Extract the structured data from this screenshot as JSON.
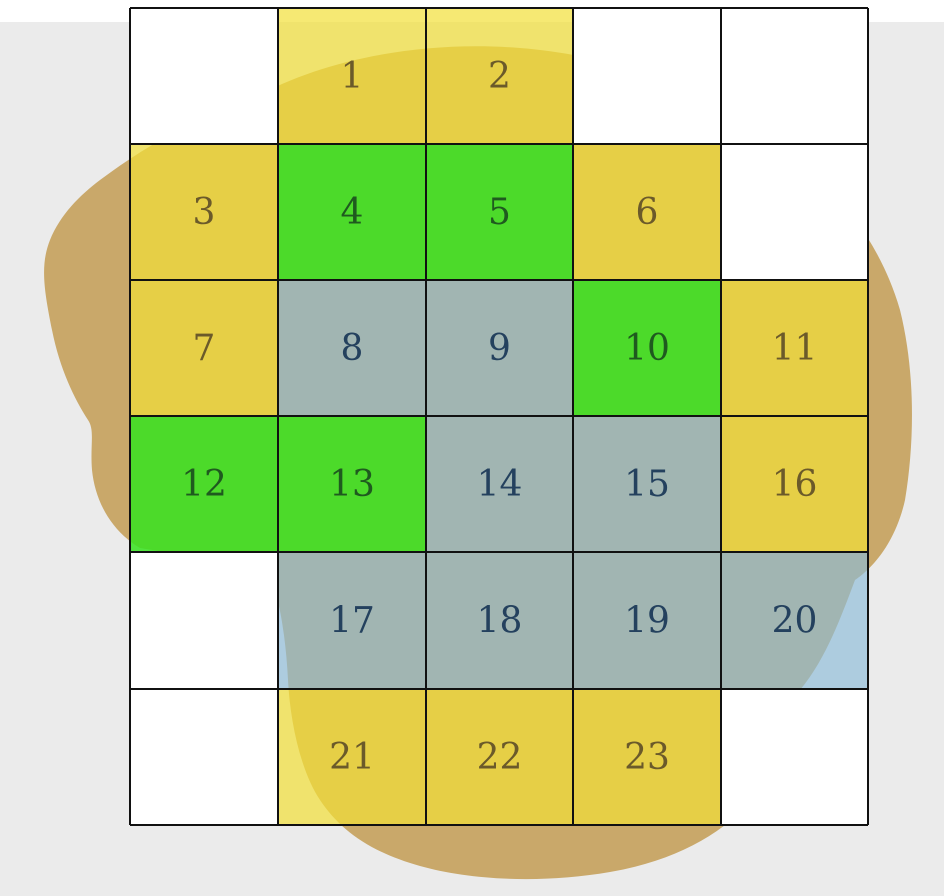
{
  "figure": {
    "background_color": "#ebebeb",
    "bone_color": "#c9a86a",
    "grid_line_color": "#111111",
    "zone_colors": {
      "yellow": "#f2df38",
      "green": "#36e31f",
      "blue": "#8cbcd8",
      "empty": "#ffffff"
    },
    "text_colors": {
      "yellow": "#6b5a2a",
      "green": "#1f5a1f",
      "blue": "#24415e"
    },
    "grid": {
      "rows": 6,
      "cols": 5,
      "cells": [
        [
          "empty",
          "yellow",
          "yellow",
          "empty",
          "empty"
        ],
        [
          "yellow",
          "green",
          "green",
          "yellow",
          "empty"
        ],
        [
          "yellow",
          "blue",
          "blue",
          "green",
          "yellow"
        ],
        [
          "green",
          "green",
          "blue",
          "blue",
          "yellow"
        ],
        [
          "empty",
          "blue",
          "blue",
          "blue",
          "blue"
        ],
        [
          "empty",
          "yellow",
          "yellow",
          "yellow",
          "empty"
        ]
      ],
      "labels": [
        [
          "",
          "1",
          "2",
          "",
          ""
        ],
        [
          "3",
          "4",
          "5",
          "6",
          ""
        ],
        [
          "7",
          "8",
          "9",
          "10",
          "11"
        ],
        [
          "12",
          "13",
          "14",
          "15",
          "16"
        ],
        [
          "",
          "17",
          "18",
          "19",
          "20"
        ],
        [
          "",
          "21",
          "22",
          "23",
          ""
        ]
      ]
    }
  }
}
